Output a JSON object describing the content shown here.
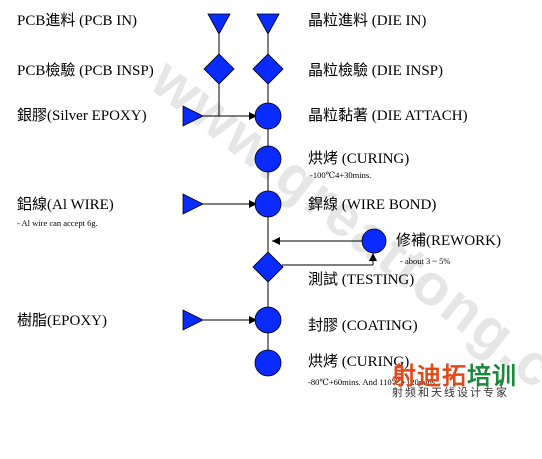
{
  "watermark": "www.greattong.com",
  "brand": {
    "part1": "射迪拓",
    "part2": "培训",
    "tagline": "射频和天线设计专家",
    "color1": "#e04a1a",
    "color2": "#1a8a3a"
  },
  "colors": {
    "shape": "#0a2bff",
    "line": "#000000"
  },
  "labels": {
    "pcb_in": "PCB進料 (PCB IN)",
    "pcb_insp": "PCB檢驗 (PCB INSP)",
    "silver_epoxy": "銀膠(Silver EPOXY)",
    "al_wire": "鋁線(Al WIRE)",
    "al_wire_note": "- Al wire can accept 6g.",
    "epoxy": "樹脂(EPOXY)",
    "die_in": "晶粒進料 (DIE IN)",
    "die_insp": "晶粒檢驗 (DIE INSP)",
    "die_attach": "晶粒黏著 (DIE ATTACH)",
    "curing1": "烘烤 (CURING)",
    "curing1_note": "-100℃4+30mins.",
    "wire_bond": "銲線 (WIRE BOND)",
    "rework": "修補(REWORK)",
    "rework_note": "- about 3 ~ 5%",
    "testing": "測試 (TESTING)",
    "coating": "封膠 (COATING)",
    "curing2": "烘烤 (CURING)",
    "curing2_note": "-80℃+60mins. And 110℃+120mins"
  }
}
